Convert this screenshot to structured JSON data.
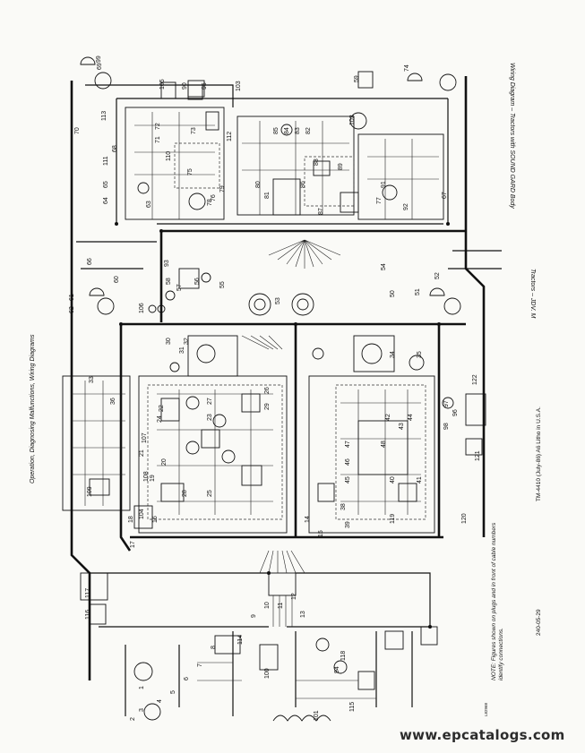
{
  "header": {
    "left": "Operation, Diagnosing Malfunctions, Wiring Diagrams",
    "right": "Tractors – JDV. M"
  },
  "caption": "Wiring Diagram – Tractors with SOUND GARD Body",
  "footer": {
    "tm": "TM-4410 (July-86) A6 Litho in U.S.A.",
    "code": "240-05-29"
  },
  "note": "NOTE: Figures shown on plugs and in front of cable numbers identify connections.",
  "ref": "L82968",
  "watermark": "www.epcatalogs.com",
  "component_numbers": [
    "99",
    "69",
    "74",
    "59",
    "105",
    "90",
    "95",
    "103",
    "102",
    "113",
    "70",
    "72",
    "71",
    "73",
    "112",
    "68",
    "110",
    "111",
    "88",
    "89",
    "87",
    "76",
    "79",
    "86",
    "77",
    "91",
    "92",
    "65",
    "64",
    "63",
    "75",
    "78",
    "85",
    "84",
    "83",
    "82",
    "80",
    "81",
    "66",
    "62",
    "61",
    "60",
    "58",
    "57",
    "56",
    "55",
    "93",
    "54",
    "53",
    "106",
    "50",
    "52",
    "51",
    "30",
    "31",
    "32",
    "33",
    "34",
    "35",
    "36",
    "26",
    "29",
    "22",
    "27",
    "23",
    "24",
    "28",
    "25",
    "20",
    "21",
    "19",
    "18",
    "16",
    "17",
    "14",
    "15",
    "107",
    "108",
    "109",
    "104",
    "45",
    "46",
    "47",
    "48",
    "42",
    "43",
    "44",
    "40",
    "41",
    "38",
    "39",
    "97",
    "98",
    "96",
    "122",
    "120",
    "121",
    "119",
    "117",
    "116",
    "114",
    "100",
    "101",
    "118",
    "94",
    "115",
    "13",
    "12",
    "11",
    "10",
    "9",
    "8",
    "7",
    "6",
    "5",
    "4",
    "3",
    "2",
    "1",
    "67"
  ]
}
